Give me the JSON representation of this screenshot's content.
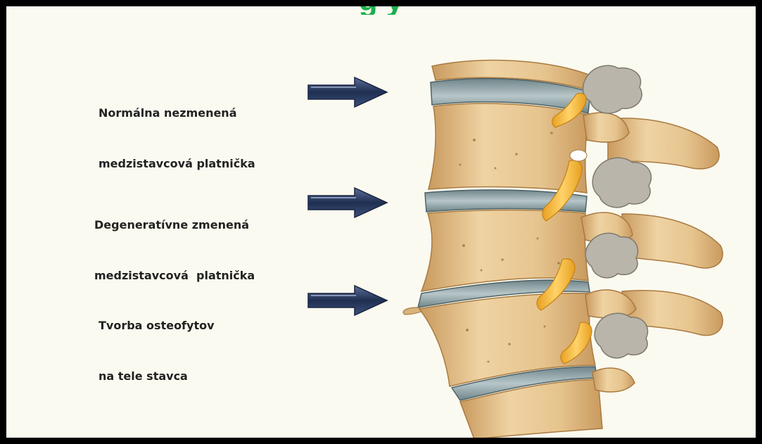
{
  "title_fragment": "g            y",
  "labels": [
    {
      "line1": "Normálna nezmenená",
      "line2": "medzistavcová platnička"
    },
    {
      "line1": "Degeneratívne zmenená",
      "line2": "medzistavcová  platnička"
    },
    {
      "line1": "Tvorba osteofytov",
      "line2": "na tele stavca"
    }
  ],
  "colors": {
    "banner_text": "#19b04a",
    "arrow_fill": "#2c3e66",
    "bone": "#e6c48e",
    "disc": "#8fa3a8",
    "nerve": "#f2b23a",
    "osteophyte": "#b9b5aa"
  }
}
